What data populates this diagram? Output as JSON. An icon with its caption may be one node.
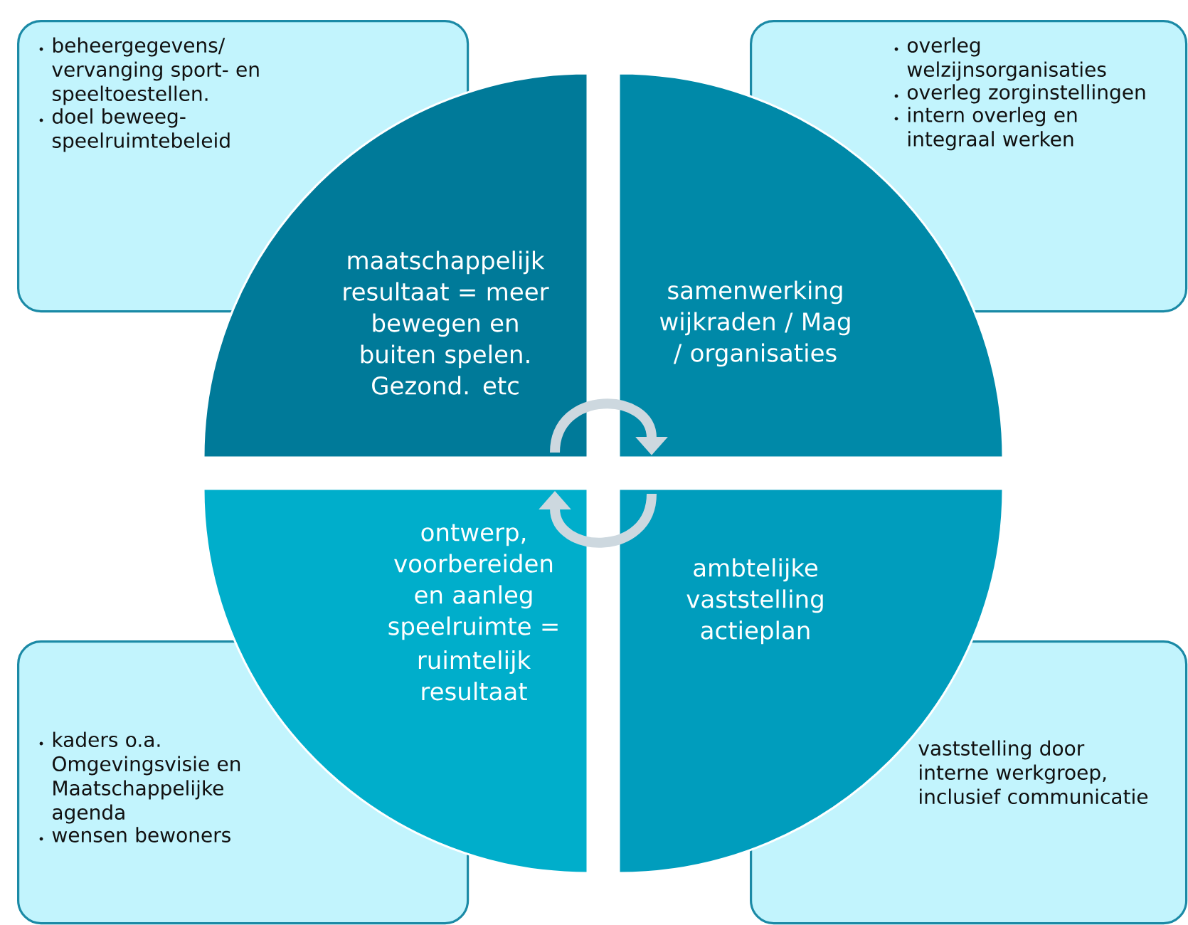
{
  "diagram": {
    "nodes": [
      {
        "text": [
          "beheergegevens/ vervanging sport- en speeltoestellen.",
          "doel beweeg- speelruimtebeleid"
        ]
      },
      {
        "text": [
          "overleg welzijnsorganisaties",
          "overleg zorginstellingen",
          "intern overleg en integraal werken"
        ]
      },
      {
        "text": [
          "maatschappelijk resultaat = meer bewegen en buiten spelen. Gezond. etc"
        ]
      },
      {
        "text": [
          "samenwerking wijkraden / Mag / organisaties"
        ]
      },
      {
        "text": [
          "ontwerp, voorbereiden en aanleg speelruimte =",
          "ruimtelijk resultaat"
        ]
      },
      {
        "text": [
          "ambtelijke vaststelling actieplan"
        ]
      },
      {
        "text": [
          "kaders o.a. Omgevingsvisie en Maatschappelijke agenda",
          "wensen bewoners"
        ]
      },
      {
        "text": [
          "vaststelling door interne werkgroep, inclusief communicatie"
        ]
      }
    ],
    "edges": [
      {
        "from": 2,
        "to": 3,
        "arrow": "to"
      },
      {
        "from": 5,
        "to": 4,
        "arrow": "to"
      }
    ]
  }
}
